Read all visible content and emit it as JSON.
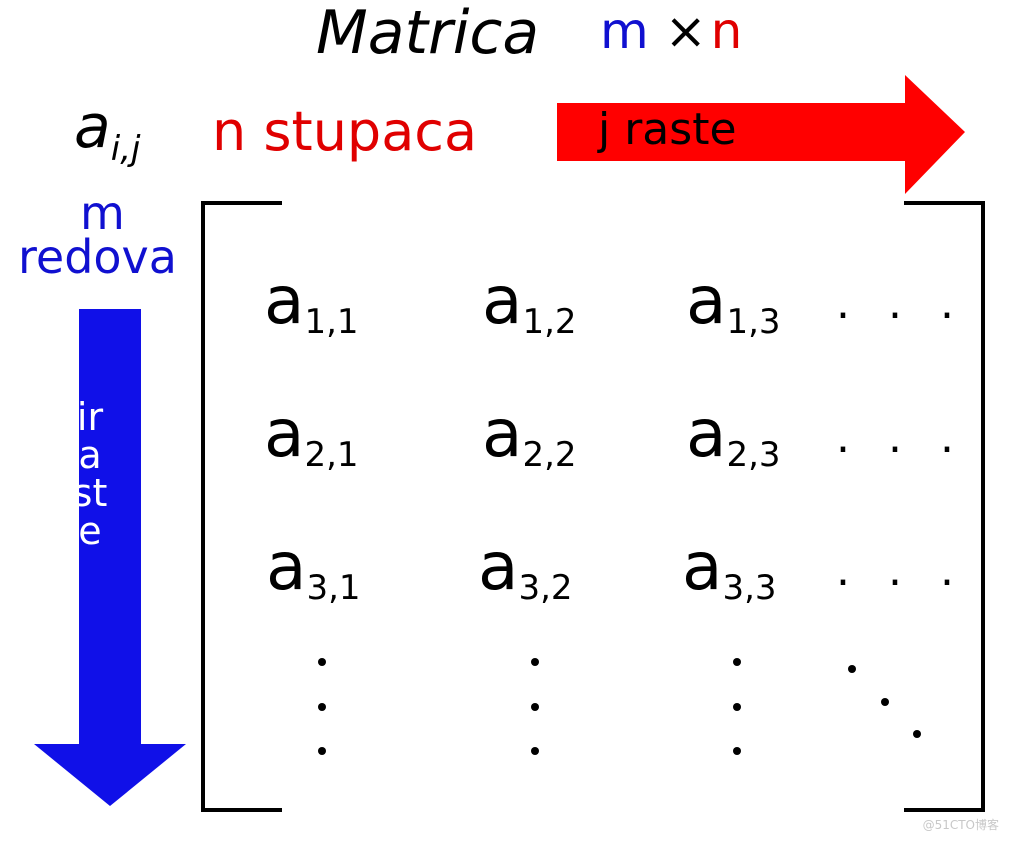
{
  "title": "Matrica",
  "dimensions": {
    "m": "m",
    "times": "×",
    "n": "n"
  },
  "element_symbol": {
    "base": "a",
    "subscript": "i,j"
  },
  "columns_label": "n stupaca",
  "rows_label": {
    "m": "m",
    "word": "redova"
  },
  "arrow_j_label": "j raste",
  "arrow_i_label": "iraste",
  "colors": {
    "rows": "#1010d0",
    "columns": "#e00000"
  },
  "matrix": {
    "rows": [
      [
        {
          "base": "a",
          "sub": "1,1"
        },
        {
          "base": "a",
          "sub": "1,2"
        },
        {
          "base": "a",
          "sub": "1,3"
        }
      ],
      [
        {
          "base": "a",
          "sub": "2,1"
        },
        {
          "base": "a",
          "sub": "2,2"
        },
        {
          "base": "a",
          "sub": "2,3"
        }
      ],
      [
        {
          "base": "a",
          "sub": "3,1"
        },
        {
          "base": "a",
          "sub": "3,2"
        },
        {
          "base": "a",
          "sub": "3,3"
        }
      ]
    ],
    "hdots": ". . ."
  },
  "watermark": "@51CTO博客"
}
